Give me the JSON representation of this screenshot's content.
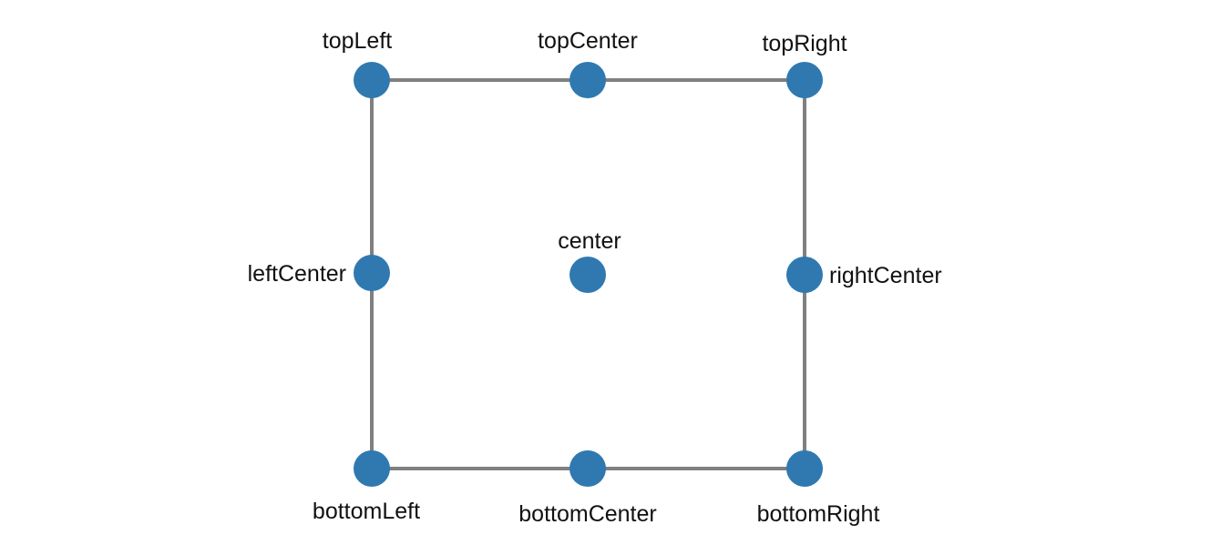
{
  "diagram": {
    "node_color": "#2f79b0",
    "edge_color": "#808080",
    "label_color": "#111111",
    "nodes": {
      "topLeft": "topLeft",
      "topCenter": "topCenter",
      "topRight": "topRight",
      "leftCenter": "leftCenter",
      "center": "center",
      "rightCenter": "rightCenter",
      "bottomLeft": "bottomLeft",
      "bottomCenter": "bottomCenter",
      "bottomRight": "bottomRight"
    },
    "edges": [
      [
        "topLeft",
        "topCenter"
      ],
      [
        "topCenter",
        "topRight"
      ],
      [
        "topRight",
        "rightCenter"
      ],
      [
        "rightCenter",
        "bottomRight"
      ],
      [
        "bottomRight",
        "bottomCenter"
      ],
      [
        "bottomCenter",
        "bottomLeft"
      ],
      [
        "bottomLeft",
        "leftCenter"
      ],
      [
        "leftCenter",
        "topLeft"
      ]
    ]
  }
}
